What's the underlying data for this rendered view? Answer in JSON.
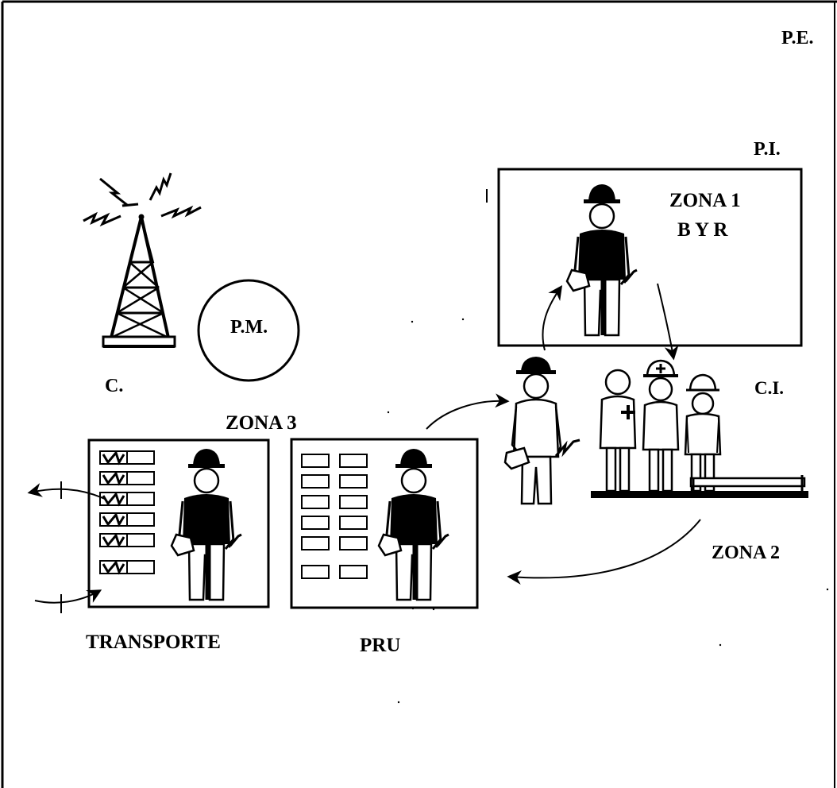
{
  "labels": {
    "pe": "P.E.",
    "pi": "P.I.",
    "zona1_line1": "ZONA 1",
    "zona1_line2": "B Y R",
    "pm": "P.M.",
    "c": "C.",
    "ci": "C.I.",
    "zona3": "ZONA 3",
    "zona2": "ZONA 2",
    "transporte": "TRANSPORTE",
    "pru": "PRU"
  },
  "colors": {
    "ink": "#000000",
    "paper": "#ffffff"
  }
}
